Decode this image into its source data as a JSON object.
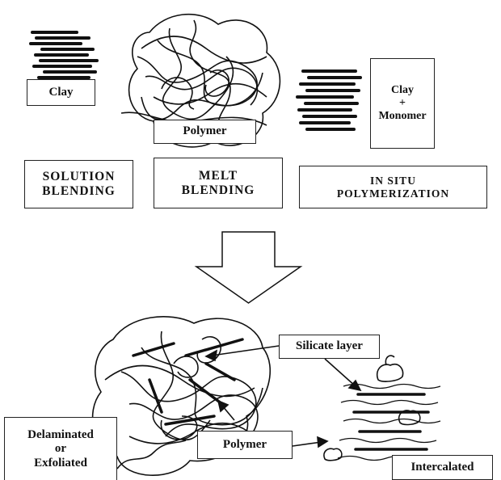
{
  "labels": {
    "clay": "Clay",
    "polymer_top": "Polymer",
    "clay_monomer": [
      "Clay",
      "+",
      "Monomer"
    ],
    "silicate_layer": "Silicate layer",
    "polymer_bottom": "Polymer",
    "delaminated": [
      "Delaminated",
      "or",
      "Exfoliated"
    ],
    "intercalated": "Intercalated"
  },
  "methods": {
    "solution": [
      "SOLUTION",
      "BLENDING"
    ],
    "melt": [
      "MELT",
      "BLENDING"
    ],
    "insitu": [
      "IN SITU",
      "POLYMERIZATION"
    ]
  },
  "colors": {
    "ink": "#111111",
    "background": "#ffffff"
  }
}
